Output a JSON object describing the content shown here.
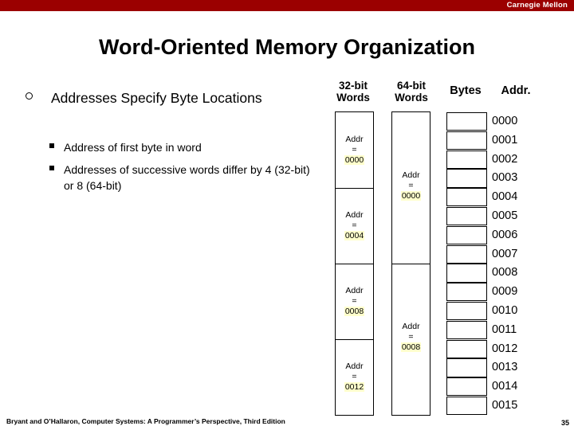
{
  "header": {
    "brand": "Carnegie Mellon",
    "bar_color": "#9b0000"
  },
  "title": "Word-Oriented Memory Organization",
  "bullets": {
    "level1": "Addresses Specify Byte Locations",
    "sub": [
      "Address of first byte in word",
      "Addresses of successive words differ by 4 (32-bit) or 8 (64-bit)"
    ]
  },
  "diagram": {
    "headers": {
      "words32_line1": "32-bit",
      "words32_line2": "Words",
      "words64_line1": "64-bit",
      "words64_line2": "Words",
      "bytes": "Bytes",
      "addr": "Addr."
    },
    "words32": [
      {
        "line1": "Addr",
        "line2": "=",
        "value": "0000"
      },
      {
        "line1": "Addr",
        "line2": "=",
        "value": "0004"
      },
      {
        "line1": "Addr",
        "line2": "=",
        "value": "0008"
      },
      {
        "line1": "Addr",
        "line2": "=",
        "value": "0012"
      }
    ],
    "words64": [
      {
        "line1": "Addr",
        "line2": "=",
        "value": "0000"
      },
      {
        "line1": "Addr",
        "line2": "=",
        "value": "0008"
      }
    ],
    "addresses": [
      "0000",
      "0001",
      "0002",
      "0003",
      "0004",
      "0005",
      "0006",
      "0007",
      "0008",
      "0009",
      "0010",
      "0011",
      "0012",
      "0013",
      "0014",
      "0015"
    ],
    "highlight_color": "#ffffcc"
  },
  "footer": {
    "citation": "Bryant and O’Hallaron, Computer Systems: A Programmer’s Perspective, Third Edition",
    "page": "35"
  }
}
